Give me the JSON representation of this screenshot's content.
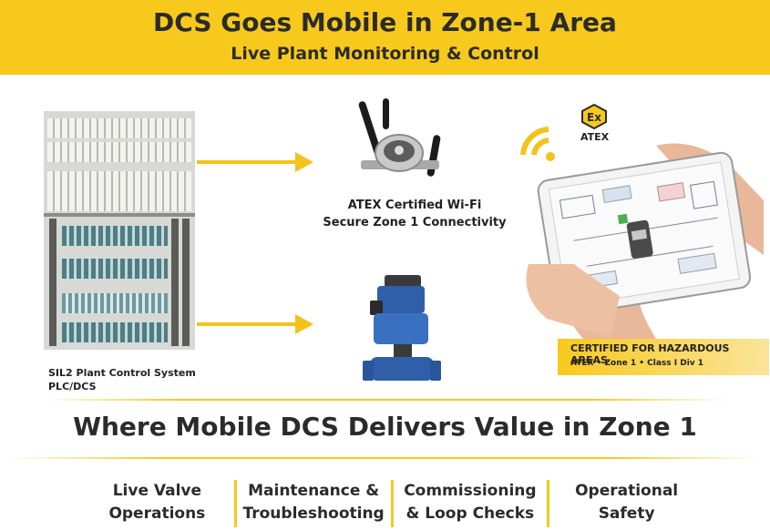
{
  "banner": {
    "title": "DCS Goes Mobile in Zone-1 Area",
    "subtitle": "Live Plant Monitoring & Control"
  },
  "cabinet": {
    "label_line1": "SIL2 Plant Control System",
    "label_line2": "PLC/DCS"
  },
  "wifi": {
    "line1": "ATEX Certified Wi-Fi",
    "line2": "Secure Zone 1 Connectivity"
  },
  "tablet": {
    "atex_label": "ATEX",
    "cert_title": "CERTIFIED FOR HAZARDOUS AREAS",
    "cert_detail": "ATEX • Zone 1 • Class I Div 1"
  },
  "headline": "Where Mobile DCS Delivers Value in Zone 1",
  "values": [
    {
      "line1": "Live Valve",
      "line2": "Operations"
    },
    {
      "line1": "Maintenance &",
      "line2": "Troubleshooting"
    },
    {
      "line1": "Commissioning",
      "line2": "& Loop Checks"
    },
    {
      "line1": "Operational",
      "line2": "Safety"
    }
  ],
  "colors": {
    "accent": "#f7c91c",
    "text": "#2b2b2b",
    "valve_blue": "#2f5fa8"
  }
}
